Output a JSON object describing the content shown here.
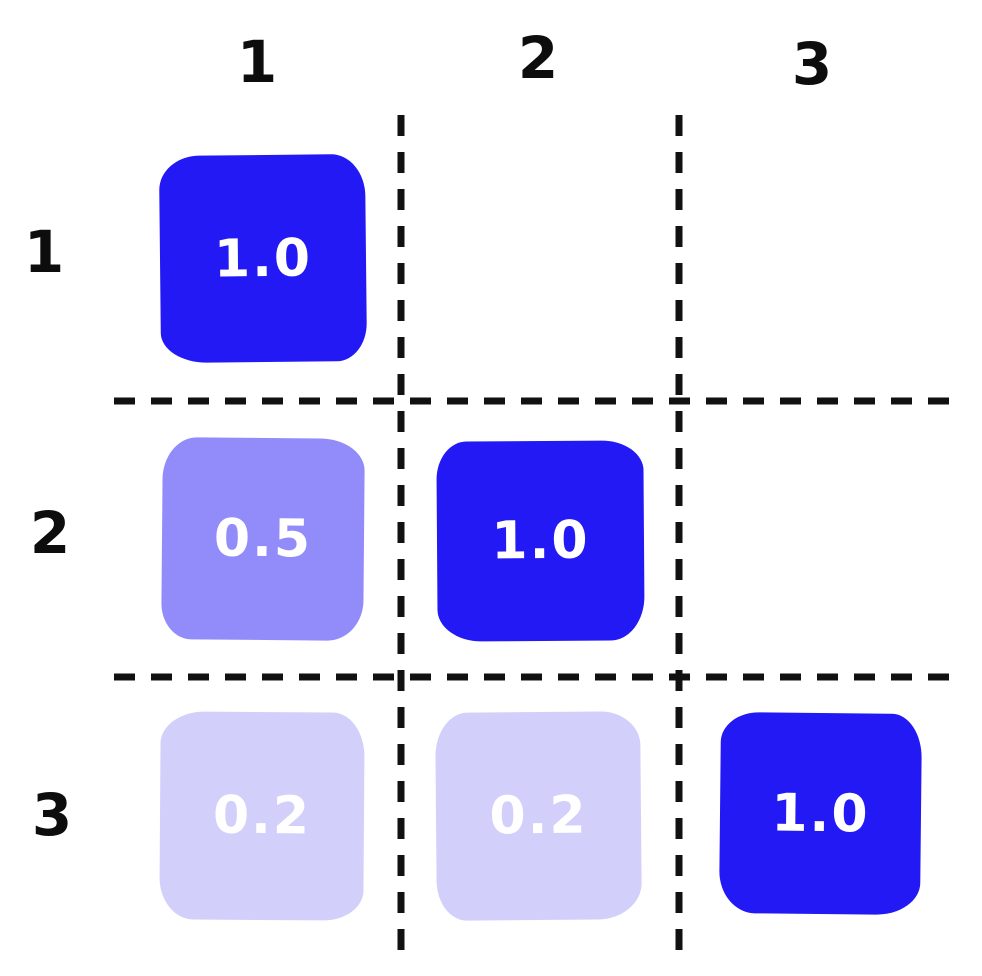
{
  "chart_data": {
    "type": "heatmap",
    "title": "",
    "xlabel": "",
    "ylabel": "",
    "rows": [
      "1",
      "2",
      "3"
    ],
    "cols": [
      "1",
      "2",
      "3"
    ],
    "matrix": [
      [
        1.0,
        null,
        null
      ],
      [
        0.5,
        1.0,
        null
      ],
      [
        0.2,
        0.2,
        1.0
      ]
    ],
    "cells": [
      {
        "row": "1",
        "col": "1",
        "value": "1.0",
        "color": "#2319F5"
      },
      {
        "row": "2",
        "col": "1",
        "value": "0.5",
        "color": "#918CFA"
      },
      {
        "row": "2",
        "col": "2",
        "value": "1.0",
        "color": "#2319F5"
      },
      {
        "row": "3",
        "col": "1",
        "value": "0.2",
        "color": "#D2D0FA"
      },
      {
        "row": "3",
        "col": "2",
        "value": "0.2",
        "color": "#D2D0FA"
      },
      {
        "row": "3",
        "col": "3",
        "value": "1.0",
        "color": "#2319F5"
      }
    ],
    "value_text_color": "#ffffff",
    "label_color": "#0d0d0d",
    "grid_style": "dashed",
    "grid_color": "#111111",
    "palette": {
      "high": "#2319F5",
      "mid": "#918CFA",
      "low": "#D2D0FA"
    },
    "legend_position": "none",
    "style": "hand-drawn"
  }
}
